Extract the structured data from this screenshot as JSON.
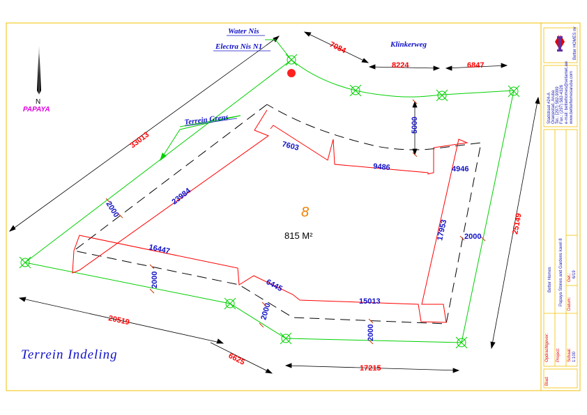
{
  "drawing": {
    "title": "Terrein Indeling",
    "north_label": "N",
    "company_mark": "PAPAYA",
    "plot_number": "8",
    "area": "815 M²",
    "labels": {
      "water": "Water Nis",
      "electra": "Electra Nis N1",
      "terrein_grens": "Terrein Grens",
      "road": "Klinkerweg"
    },
    "red_dims": {
      "d7084": "7084",
      "d8224": "8224",
      "d6847": "6847",
      "d33013": "33013",
      "d25149": "25149",
      "d20519": "20519",
      "d6625": "6625",
      "d17215": "17215"
    },
    "blue_dims": {
      "d5000": "5000",
      "d7603": "7603",
      "d9486": "9486",
      "d4946": "4946",
      "d23984": "23984",
      "d17953": "17953",
      "d16447": "16447",
      "d6445": "6445",
      "d15013": "15013",
      "d2000_left": "2000",
      "d2000_right": "2000",
      "d2000_bl": "2000",
      "d2000_bm": "2000",
      "d2000_bb": "2000"
    },
    "colors": {
      "boundary_green": "#00d000",
      "house_red": "#ff0000",
      "dim_blue": "#1010c8",
      "frame_yellow": "#f0c000",
      "pole_red": "#ff2020"
    }
  },
  "title_block": {
    "logo_caption": "Better HOMES nv",
    "address_lines": [
      "Stadstraat #24-A",
      "Oranjestad, Aruba",
      "Tel.: (297) 582-9099",
      "Fax.: (297) 582-4326",
      "e-mail: betterhomes@setarnet.aw",
      "www.betterhomesaruba.com"
    ],
    "opdrachtgever_label": "Opdrachtgever:",
    "opdrachtgever_value": "Better Homes",
    "project_label": "Project:",
    "project_value": "Papaya Stones and Gardens kavel 8",
    "schaal_label": "Schaal:",
    "schaal_value": "1:100",
    "datum_label": "Datum:",
    "datum_value": "6/19",
    "get_label": "Get.:",
    "blad_label": "Blad:"
  }
}
